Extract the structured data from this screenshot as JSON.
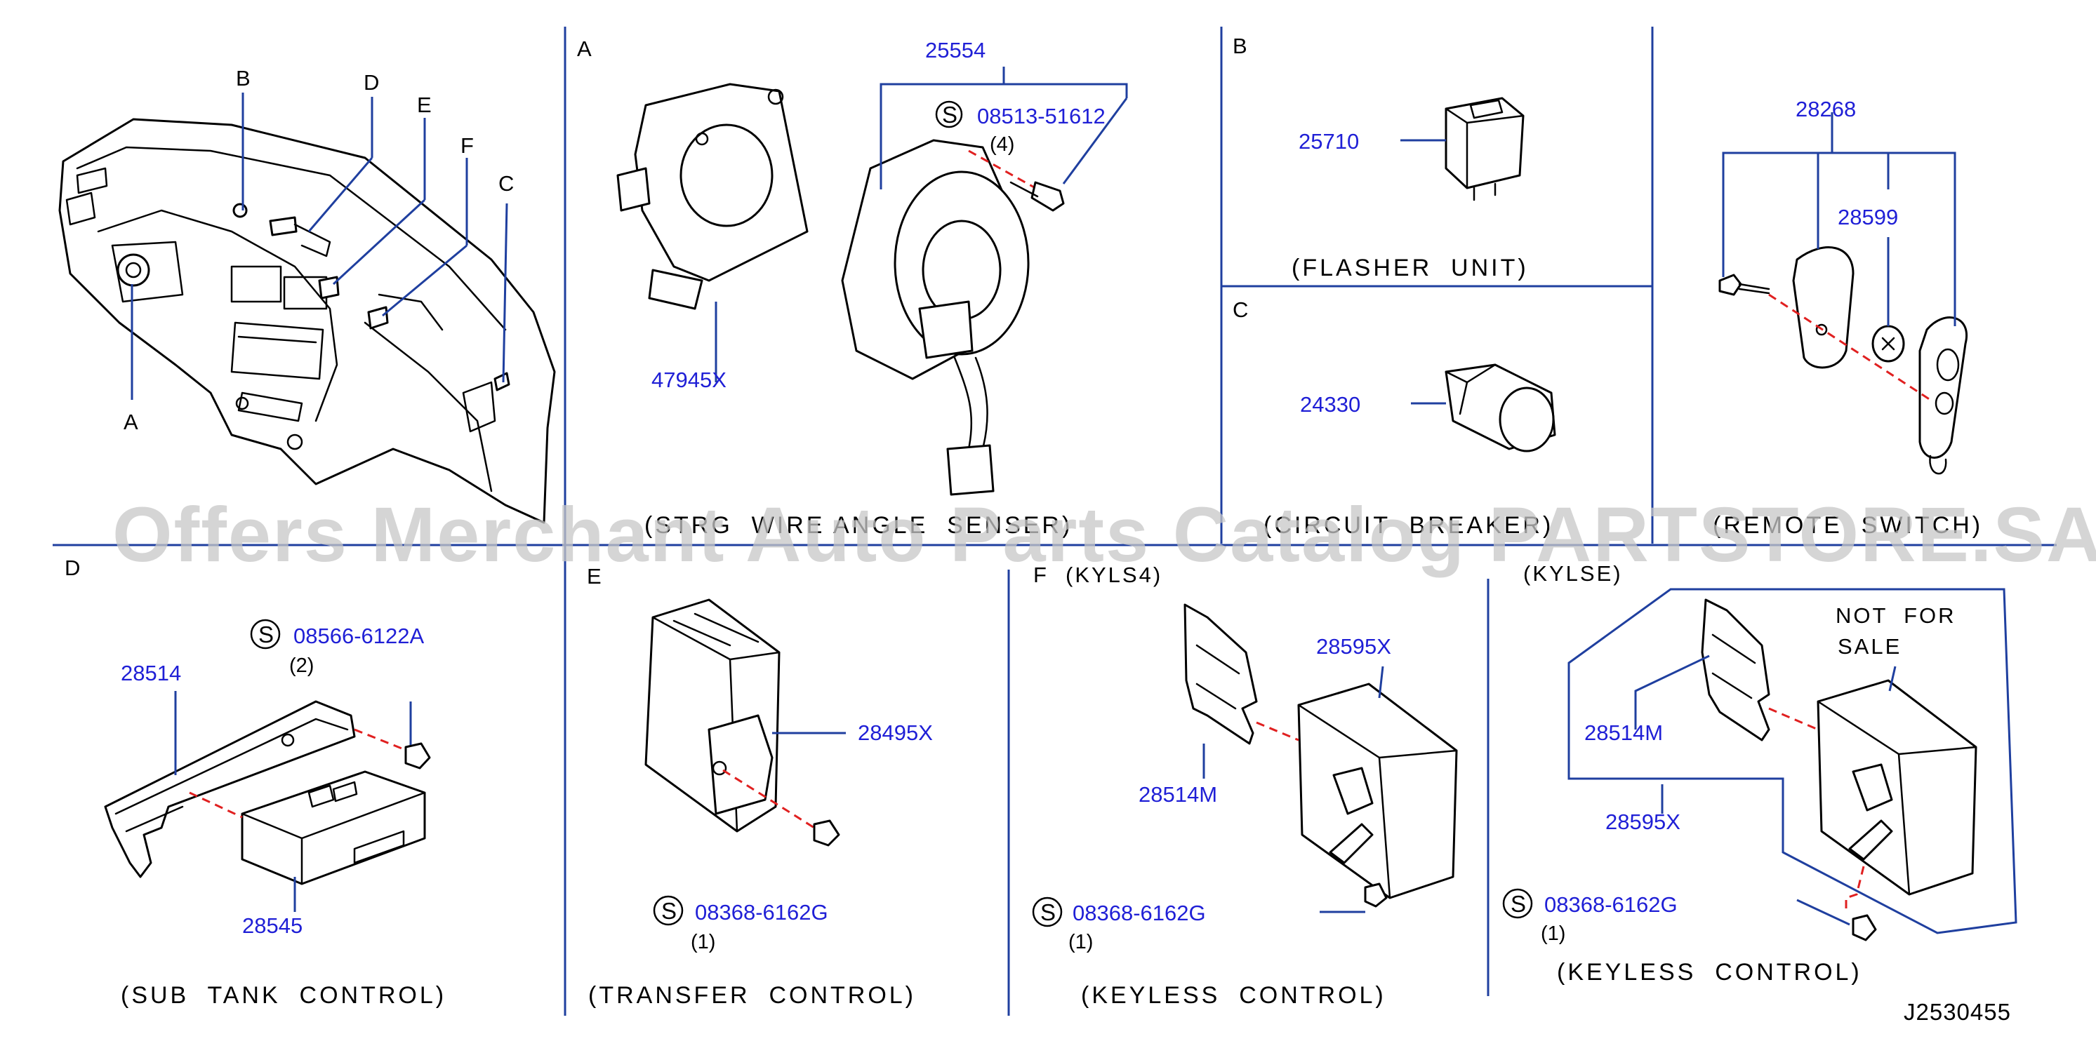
{
  "sections": {
    "overview_refs": [
      "B",
      "D",
      "E",
      "F",
      "C",
      "A"
    ],
    "a": {
      "letter": "A",
      "caption": "(STRG  WIRE ANGLE  SENSER)",
      "parts": [
        "25554",
        "47945X"
      ],
      "screw": {
        "symbol": "S",
        "part": "08513-51612",
        "qty": "(4)"
      }
    },
    "b": {
      "letter": "B",
      "caption": "(FLASHER  UNIT)",
      "part": "25710"
    },
    "c": {
      "letter": "C",
      "caption": "(CIRCUIT  BREAKER)",
      "part": "24330"
    },
    "remote": {
      "caption": "(REMOTE  SWITCH)",
      "parts": [
        "28268",
        "28599"
      ]
    },
    "d": {
      "letter": "D",
      "caption": "(SUB  TANK  CONTROL)",
      "parts": [
        "28514",
        "28545"
      ],
      "screw": {
        "symbol": "S",
        "part": "08566-6122A",
        "qty": "(2)"
      }
    },
    "e": {
      "letter": "E",
      "caption": "(TRANSFER  CONTROL)",
      "part": "28495X",
      "screw": {
        "symbol": "S",
        "part": "08368-6162G",
        "qty": "(1)"
      }
    },
    "f": {
      "letter": "F",
      "variant": "(KYLS4)",
      "caption": "(KEYLESS  CONTROL)",
      "parts": [
        "28595X",
        "28514M"
      ],
      "screw": {
        "symbol": "S",
        "part": "08368-6162G",
        "qty": "(1)"
      }
    },
    "kylse": {
      "variant": "(KYLSE)",
      "note_line1": "NOT  FOR",
      "note_line2": "SALE",
      "caption": "(KEYLESS  CONTROL)",
      "parts": [
        "28514M",
        "28595X"
      ],
      "screw": {
        "symbol": "S",
        "part": "08368-6162G",
        "qty": "(1)"
      }
    }
  },
  "diagram_code": "J2530455",
  "watermark": "Offers Merchant Auto Parts Catalog PARTSTORE.SA"
}
